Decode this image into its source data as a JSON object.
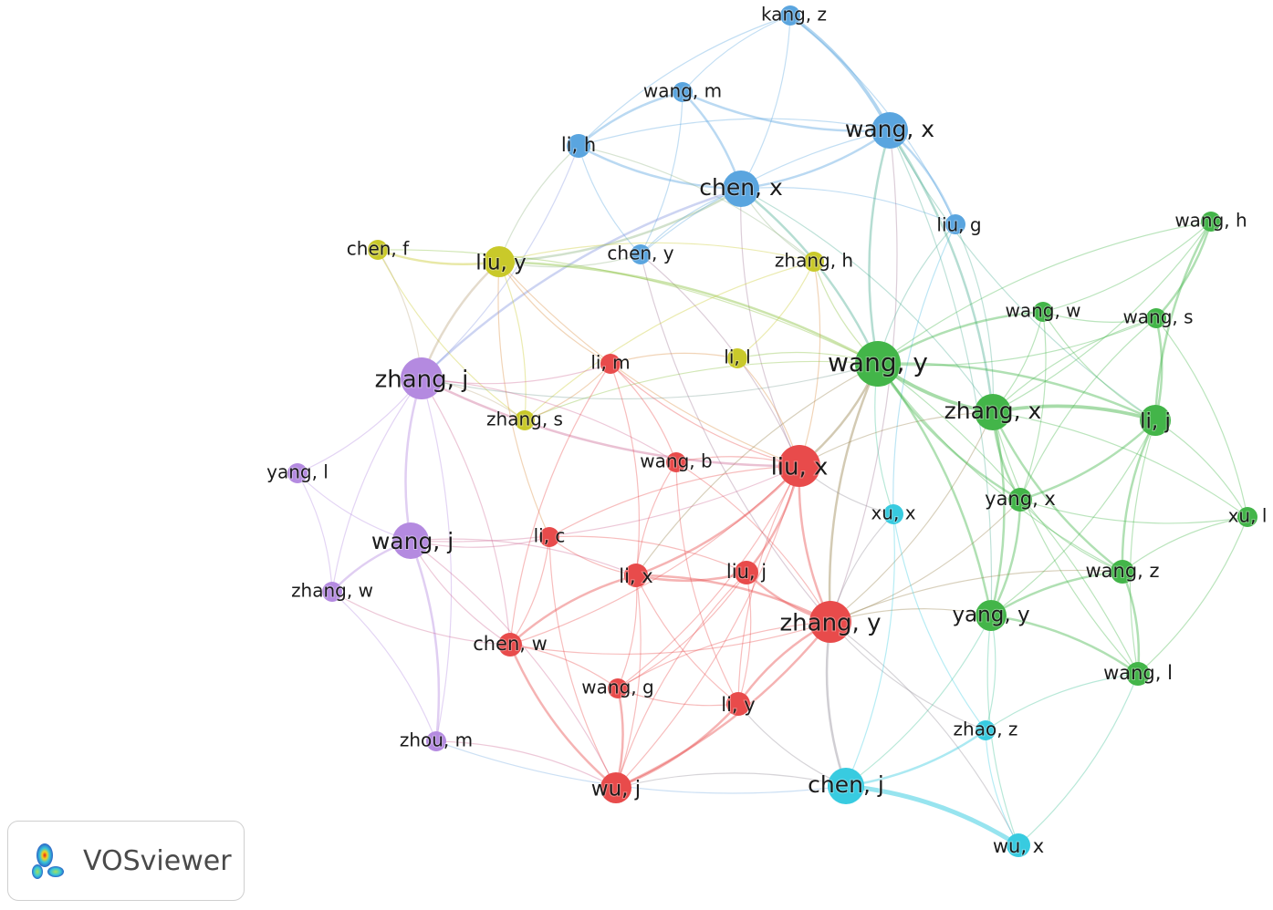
{
  "app": {
    "name": "VOSviewer"
  },
  "colors": {
    "red": "#e84b4b",
    "green": "#43b549",
    "blue": "#5aa5df",
    "yellow": "#c9c92a",
    "purple": "#b48ae0",
    "cyan": "#38cbe0"
  },
  "nodes": [
    {
      "id": "kang_z",
      "label": "kang, z",
      "cluster": "blue",
      "weight": 1
    },
    {
      "id": "wang_m",
      "label": "wang, m",
      "cluster": "blue",
      "weight": 1
    },
    {
      "id": "li_h",
      "label": "li, h",
      "cluster": "blue",
      "weight": 2
    },
    {
      "id": "wang_x",
      "label": "wang, x",
      "cluster": "blue",
      "weight": 4
    },
    {
      "id": "chen_x",
      "label": "chen, x",
      "cluster": "blue",
      "weight": 4
    },
    {
      "id": "liu_g",
      "label": "liu, g",
      "cluster": "blue",
      "weight": 1
    },
    {
      "id": "chen_y",
      "label": "chen, y",
      "cluster": "blue",
      "weight": 1
    },
    {
      "id": "chen_f",
      "label": "chen, f",
      "cluster": "yellow",
      "weight": 1
    },
    {
      "id": "liu_y",
      "label": "liu, y",
      "cluster": "yellow",
      "weight": 3
    },
    {
      "id": "zhang_h",
      "label": "zhang, h",
      "cluster": "yellow",
      "weight": 1
    },
    {
      "id": "li_l",
      "label": "li, l",
      "cluster": "yellow",
      "weight": 1
    },
    {
      "id": "zhang_s",
      "label": "zhang, s",
      "cluster": "yellow",
      "weight": 1
    },
    {
      "id": "wang_h",
      "label": "wang, h",
      "cluster": "green",
      "weight": 1
    },
    {
      "id": "wang_w",
      "label": "wang, w",
      "cluster": "green",
      "weight": 1
    },
    {
      "id": "wang_s",
      "label": "wang, s",
      "cluster": "green",
      "weight": 1
    },
    {
      "id": "wang_y",
      "label": "wang, y",
      "cluster": "green",
      "weight": 6
    },
    {
      "id": "zhang_x",
      "label": "zhang, x",
      "cluster": "green",
      "weight": 4
    },
    {
      "id": "li_j",
      "label": "li, j",
      "cluster": "green",
      "weight": 3
    },
    {
      "id": "yang_x",
      "label": "yang, x",
      "cluster": "green",
      "weight": 2
    },
    {
      "id": "xu_l",
      "label": "xu, l",
      "cluster": "green",
      "weight": 1
    },
    {
      "id": "wang_z",
      "label": "wang, z",
      "cluster": "green",
      "weight": 2
    },
    {
      "id": "yang_y",
      "label": "yang, y",
      "cluster": "green",
      "weight": 3
    },
    {
      "id": "wang_l",
      "label": "wang, l",
      "cluster": "green",
      "weight": 2
    },
    {
      "id": "zhang_j",
      "label": "zhang, j",
      "cluster": "purple",
      "weight": 5
    },
    {
      "id": "yang_l",
      "label": "yang, l",
      "cluster": "purple",
      "weight": 1
    },
    {
      "id": "wang_j",
      "label": "wang, j",
      "cluster": "purple",
      "weight": 4
    },
    {
      "id": "zhang_w",
      "label": "zhang, w",
      "cluster": "purple",
      "weight": 1
    },
    {
      "id": "zhou_m",
      "label": "zhou, m",
      "cluster": "purple",
      "weight": 1
    },
    {
      "id": "li_m",
      "label": "li, m",
      "cluster": "red",
      "weight": 1
    },
    {
      "id": "wang_b",
      "label": "wang, b",
      "cluster": "red",
      "weight": 1
    },
    {
      "id": "liu_x",
      "label": "liu, x",
      "cluster": "red",
      "weight": 5
    },
    {
      "id": "li_c",
      "label": "li, c",
      "cluster": "red",
      "weight": 1
    },
    {
      "id": "li_x",
      "label": "li, x",
      "cluster": "red",
      "weight": 2
    },
    {
      "id": "liu_j",
      "label": "liu, j",
      "cluster": "red",
      "weight": 2
    },
    {
      "id": "zhang_y",
      "label": "zhang, y",
      "cluster": "red",
      "weight": 5
    },
    {
      "id": "chen_w",
      "label": "chen, w",
      "cluster": "red",
      "weight": 2
    },
    {
      "id": "wang_g",
      "label": "wang, g",
      "cluster": "red",
      "weight": 1
    },
    {
      "id": "li_y",
      "label": "li, y",
      "cluster": "red",
      "weight": 2
    },
    {
      "id": "wu_j",
      "label": "wu, j",
      "cluster": "red",
      "weight": 3
    },
    {
      "id": "xu_x",
      "label": "xu, x",
      "cluster": "cyan",
      "weight": 1
    },
    {
      "id": "zhao_z",
      "label": "zhao, z",
      "cluster": "cyan",
      "weight": 1
    },
    {
      "id": "chen_j",
      "label": "chen, j",
      "cluster": "cyan",
      "weight": 4
    },
    {
      "id": "wu_x",
      "label": "wu, x",
      "cluster": "cyan",
      "weight": 2
    }
  ],
  "links": [
    [
      "kang_z",
      "wang_x",
      3
    ],
    [
      "kang_z",
      "wang_m",
      1
    ],
    [
      "kang_z",
      "chen_x",
      1
    ],
    [
      "kang_z",
      "li_h",
      1
    ],
    [
      "kang_z",
      "liu_g",
      1
    ],
    [
      "wang_m",
      "li_h",
      2
    ],
    [
      "wang_m",
      "chen_x",
      2
    ],
    [
      "wang_m",
      "wang_x",
      2
    ],
    [
      "wang_m",
      "chen_y",
      1
    ],
    [
      "li_h",
      "chen_x",
      2
    ],
    [
      "li_h",
      "wang_x",
      1
    ],
    [
      "li_h",
      "liu_y",
      1
    ],
    [
      "li_h",
      "zhang_j",
      1
    ],
    [
      "li_h",
      "chen_y",
      1
    ],
    [
      "li_h",
      "zhang_h",
      1
    ],
    [
      "chen_x",
      "wang_x",
      2
    ],
    [
      "chen_x",
      "liu_y",
      2
    ],
    [
      "chen_x",
      "chen_y",
      1
    ],
    [
      "chen_x",
      "liu_g",
      1
    ],
    [
      "chen_x",
      "zhang_j",
      2
    ],
    [
      "chen_x",
      "wang_y",
      2
    ],
    [
      "chen_x",
      "zhang_h",
      1
    ],
    [
      "chen_x",
      "zhang_x",
      1
    ],
    [
      "chen_x",
      "liu_x",
      1
    ],
    [
      "wang_x",
      "liu_g",
      2
    ],
    [
      "wang_x",
      "wang_y",
      2
    ],
    [
      "wang_x",
      "zhang_x",
      2
    ],
    [
      "wang_x",
      "li_j",
      1
    ],
    [
      "wang_x",
      "yang_y",
      1
    ],
    [
      "wang_x",
      "chen_y",
      1
    ],
    [
      "wang_x",
      "zhang_y",
      1
    ],
    [
      "liu_g",
      "wang_y",
      1
    ],
    [
      "liu_g",
      "zhang_x",
      1
    ],
    [
      "liu_g",
      "xu_x",
      1
    ],
    [
      "chen_y",
      "liu_x",
      1
    ],
    [
      "chen_y",
      "zhang_y",
      1
    ],
    [
      "chen_y",
      "liu_y",
      1
    ],
    [
      "chen_f",
      "liu_y",
      2
    ],
    [
      "chen_f",
      "zhang_j",
      1
    ],
    [
      "chen_f",
      "zhang_s",
      1
    ],
    [
      "chen_f",
      "wang_y",
      1
    ],
    [
      "liu_y",
      "zhang_j",
      2
    ],
    [
      "liu_y",
      "zhang_s",
      1
    ],
    [
      "liu_y",
      "li_m",
      1
    ],
    [
      "liu_y",
      "wang_y",
      2
    ],
    [
      "liu_y",
      "li_c",
      1
    ],
    [
      "liu_y",
      "zhang_h",
      1
    ],
    [
      "liu_y",
      "liu_x",
      1
    ],
    [
      "zhang_h",
      "li_l",
      1
    ],
    [
      "zhang_h",
      "wang_y",
      1
    ],
    [
      "zhang_h",
      "liu_x",
      1
    ],
    [
      "zhang_h",
      "zhang_s",
      1
    ],
    [
      "li_l",
      "wang_y",
      1
    ],
    [
      "li_l",
      "li_m",
      1
    ],
    [
      "li_l",
      "liu_x",
      1
    ],
    [
      "zhang_s",
      "zhang_j",
      1
    ],
    [
      "zhang_s",
      "wang_y",
      1
    ],
    [
      "zhang_s",
      "li_m",
      1
    ],
    [
      "wang_h",
      "wang_s",
      2
    ],
    [
      "wang_h",
      "li_j",
      2
    ],
    [
      "wang_h",
      "zhang_x",
      1
    ],
    [
      "wang_h",
      "wang_y",
      1
    ],
    [
      "wang_h",
      "wang_w",
      1
    ],
    [
      "wang_w",
      "wang_y",
      2
    ],
    [
      "wang_w",
      "zhang_x",
      1
    ],
    [
      "wang_w",
      "li_j",
      1
    ],
    [
      "wang_w",
      "yang_x",
      1
    ],
    [
      "wang_w",
      "wang_s",
      1
    ],
    [
      "wang_s",
      "li_j",
      2
    ],
    [
      "wang_s",
      "zhang_x",
      1
    ],
    [
      "wang_s",
      "wang_y",
      1
    ],
    [
      "wang_s",
      "yang_x",
      1
    ],
    [
      "wang_s",
      "xu_l",
      1
    ],
    [
      "wang_y",
      "zhang_x",
      3
    ],
    [
      "wang_y",
      "li_j",
      2
    ],
    [
      "wang_y",
      "yang_x",
      2
    ],
    [
      "wang_y",
      "liu_x",
      2
    ],
    [
      "wang_y",
      "zhang_y",
      2
    ],
    [
      "wang_y",
      "yang_y",
      2
    ],
    [
      "wang_y",
      "wang_z",
      1
    ],
    [
      "wang_y",
      "wang_l",
      1
    ],
    [
      "wang_y",
      "li_x",
      1
    ],
    [
      "wang_y",
      "zhang_j",
      1
    ],
    [
      "wang_y",
      "xu_x",
      1
    ],
    [
      "zhang_x",
      "li_j",
      3
    ],
    [
      "zhang_x",
      "yang_x",
      2
    ],
    [
      "zhang_x",
      "yang_y",
      2
    ],
    [
      "zhang_x",
      "wang_z",
      2
    ],
    [
      "zhang_x",
      "xu_l",
      1
    ],
    [
      "zhang_x",
      "wang_l",
      1
    ],
    [
      "zhang_x",
      "zhang_y",
      1
    ],
    [
      "zhang_x",
      "liu_x",
      1
    ],
    [
      "li_j",
      "yang_x",
      2
    ],
    [
      "li_j",
      "wang_z",
      2
    ],
    [
      "li_j",
      "xu_l",
      1
    ],
    [
      "li_j",
      "wang_l",
      1
    ],
    [
      "li_j",
      "yang_y",
      1
    ],
    [
      "yang_x",
      "wang_z",
      1
    ],
    [
      "yang_x",
      "yang_y",
      2
    ],
    [
      "yang_x",
      "xu_l",
      1
    ],
    [
      "yang_x",
      "zhang_y",
      1
    ],
    [
      "xu_l",
      "wang_z",
      1
    ],
    [
      "xu_l",
      "wang_l",
      1
    ],
    [
      "wang_z",
      "yang_y",
      2
    ],
    [
      "wang_z",
      "wang_l",
      2
    ],
    [
      "wang_z",
      "zhang_y",
      1
    ],
    [
      "yang_y",
      "wang_l",
      2
    ],
    [
      "yang_y",
      "zhang_y",
      1
    ],
    [
      "yang_y",
      "zhao_z",
      1
    ],
    [
      "yang_y",
      "wu_x",
      1
    ],
    [
      "yang_y",
      "chen_j",
      1
    ],
    [
      "wang_l",
      "zhao_z",
      1
    ],
    [
      "wang_l",
      "wu_x",
      1
    ],
    [
      "zhang_j",
      "wang_j",
      2
    ],
    [
      "zhang_j",
      "yang_l",
      1
    ],
    [
      "zhang_j",
      "zhang_w",
      1
    ],
    [
      "zhang_j",
      "zhou_m",
      1
    ],
    [
      "zhang_j",
      "liu_x",
      2
    ],
    [
      "zhang_j",
      "wang_b",
      1
    ],
    [
      "zhang_j",
      "li_m",
      1
    ],
    [
      "zhang_j",
      "chen_w",
      1
    ],
    [
      "yang_l",
      "wang_j",
      1
    ],
    [
      "yang_l",
      "zhang_w",
      1
    ],
    [
      "wang_j",
      "zhang_w",
      2
    ],
    [
      "wang_j",
      "zhou_m",
      2
    ],
    [
      "wang_j",
      "chen_w",
      1
    ],
    [
      "wang_j",
      "li_x",
      1
    ],
    [
      "wang_j",
      "li_c",
      1
    ],
    [
      "wang_j",
      "wu_j",
      1
    ],
    [
      "wang_j",
      "liu_x",
      1
    ],
    [
      "zhang_w",
      "zhou_m",
      1
    ],
    [
      "zhang_w",
      "chen_w",
      1
    ],
    [
      "zhou_m",
      "wu_j",
      1
    ],
    [
      "zhou_m",
      "chen_j",
      1
    ],
    [
      "li_m",
      "wang_b",
      1
    ],
    [
      "li_m",
      "liu_x",
      1
    ],
    [
      "li_m",
      "li_x",
      1
    ],
    [
      "li_m",
      "chen_w",
      1
    ],
    [
      "wang_b",
      "liu_x",
      1
    ],
    [
      "wang_b",
      "li_x",
      1
    ],
    [
      "wang_b",
      "zhang_y",
      1
    ],
    [
      "wang_b",
      "li_y",
      1
    ],
    [
      "liu_x",
      "liu_j",
      2
    ],
    [
      "liu_x",
      "zhang_y",
      2
    ],
    [
      "liu_x",
      "li_x",
      2
    ],
    [
      "liu_x",
      "li_c",
      1
    ],
    [
      "liu_x",
      "wang_g",
      1
    ],
    [
      "liu_x",
      "li_y",
      1
    ],
    [
      "liu_x",
      "wu_j",
      1
    ],
    [
      "liu_x",
      "xu_x",
      1
    ],
    [
      "liu_x",
      "chen_w",
      1
    ],
    [
      "li_c",
      "li_x",
      1
    ],
    [
      "li_c",
      "chen_w",
      1
    ],
    [
      "li_c",
      "wu_j",
      1
    ],
    [
      "li_c",
      "liu_j",
      1
    ],
    [
      "li_x",
      "liu_j",
      2
    ],
    [
      "li_x",
      "zhang_y",
      2
    ],
    [
      "li_x",
      "chen_w",
      2
    ],
    [
      "li_x",
      "wang_g",
      1
    ],
    [
      "li_x",
      "li_y",
      1
    ],
    [
      "li_x",
      "wu_j",
      1
    ],
    [
      "liu_j",
      "zhang_y",
      2
    ],
    [
      "liu_j",
      "li_y",
      1
    ],
    [
      "liu_j",
      "wu_j",
      1
    ],
    [
      "liu_j",
      "wang_g",
      1
    ],
    [
      "zhang_y",
      "li_y",
      2
    ],
    [
      "zhang_y",
      "wu_j",
      2
    ],
    [
      "zhang_y",
      "chen_j",
      2
    ],
    [
      "zhang_y",
      "chen_w",
      1
    ],
    [
      "zhang_y",
      "wang_g",
      1
    ],
    [
      "zhang_y",
      "wu_x",
      1
    ],
    [
      "zhang_y",
      "zhao_z",
      1
    ],
    [
      "chen_w",
      "wang_g",
      1
    ],
    [
      "chen_w",
      "wu_j",
      2
    ],
    [
      "wang_g",
      "wu_j",
      2
    ],
    [
      "wang_g",
      "li_y",
      1
    ],
    [
      "li_y",
      "wu_j",
      2
    ],
    [
      "li_y",
      "chen_j",
      1
    ],
    [
      "wu_j",
      "chen_j",
      1
    ],
    [
      "xu_x",
      "zhang_y",
      1
    ],
    [
      "xu_x",
      "chen_j",
      1
    ],
    [
      "xu_x",
      "zhao_z",
      1
    ],
    [
      "zhao_z",
      "chen_j",
      2
    ],
    [
      "zhao_z",
      "wu_x",
      1
    ],
    [
      "chen_j",
      "wu_x",
      4
    ]
  ]
}
